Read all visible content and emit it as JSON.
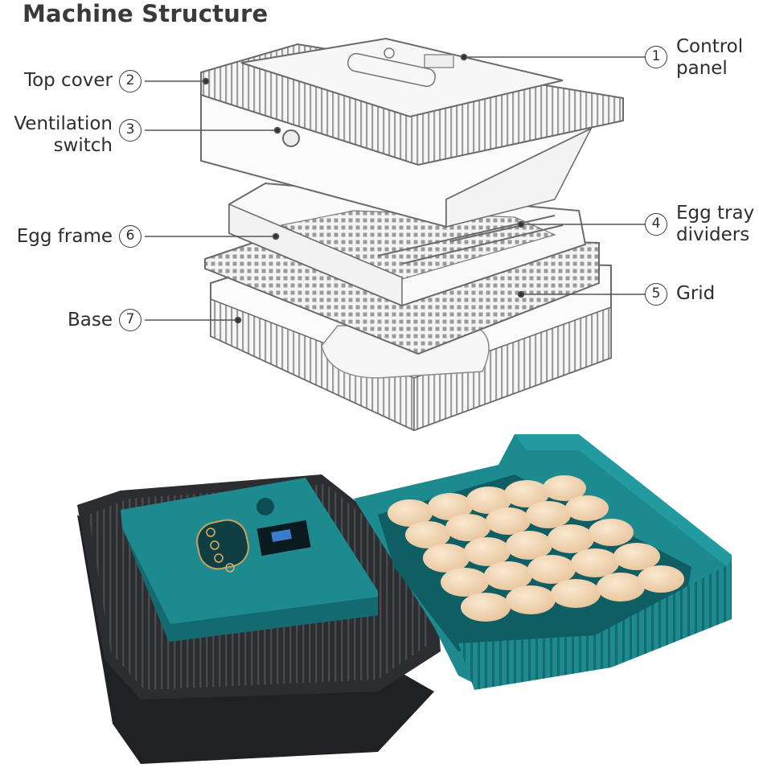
{
  "title": "Machine Structure",
  "parts": [
    {
      "num": "1",
      "label_line1": "Control",
      "label_line2": "panel"
    },
    {
      "num": "2",
      "label_line1": "Top cover",
      "label_line2": ""
    },
    {
      "num": "3",
      "label_line1": "Ventilation",
      "label_line2": "switch"
    },
    {
      "num": "4",
      "label_line1": "Egg tray",
      "label_line2": "dividers"
    },
    {
      "num": "5",
      "label_line1": "Grid",
      "label_line2": ""
    },
    {
      "num": "6",
      "label_line1": "Egg frame",
      "label_line2": ""
    },
    {
      "num": "7",
      "label_line1": "Base",
      "label_line2": ""
    }
  ],
  "colors": {
    "teal": "#1d8a8f",
    "teal_dark": "#136a70",
    "black_unit": "#1f2124",
    "egg": "#f3d9b8",
    "line": "#555555"
  }
}
